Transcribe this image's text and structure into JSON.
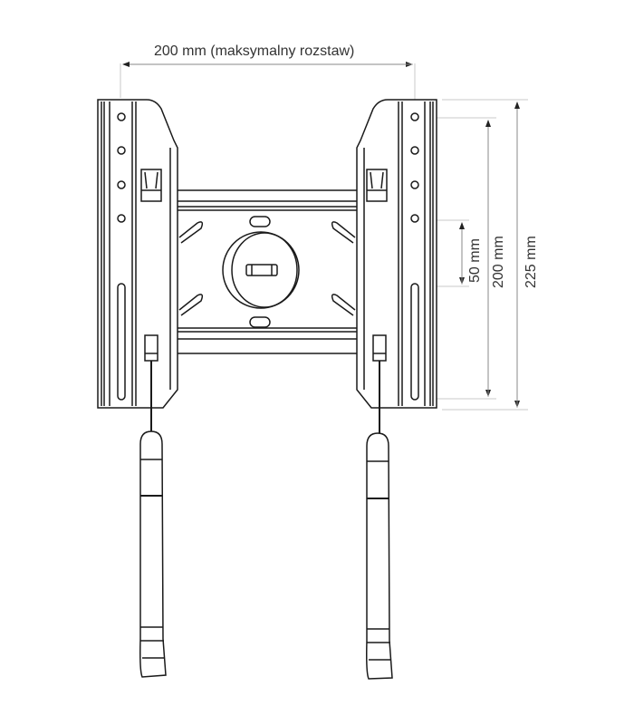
{
  "diagram": {
    "subject": "TV wall mount bracket (front view)",
    "colors": {
      "outline": "#1a1a1a",
      "dimension_line": "#8a8a8a",
      "extension_line": "#c8c8c8",
      "text": "#333333",
      "background": "#ffffff"
    },
    "dimensions": {
      "horizontal": {
        "label": "200 mm (maksymalny rozstaw)"
      },
      "vertical_small": {
        "label": "50 mm"
      },
      "vertical_mid": {
        "label": "200 mm"
      },
      "vertical_large": {
        "label": "225 mm"
      }
    }
  }
}
